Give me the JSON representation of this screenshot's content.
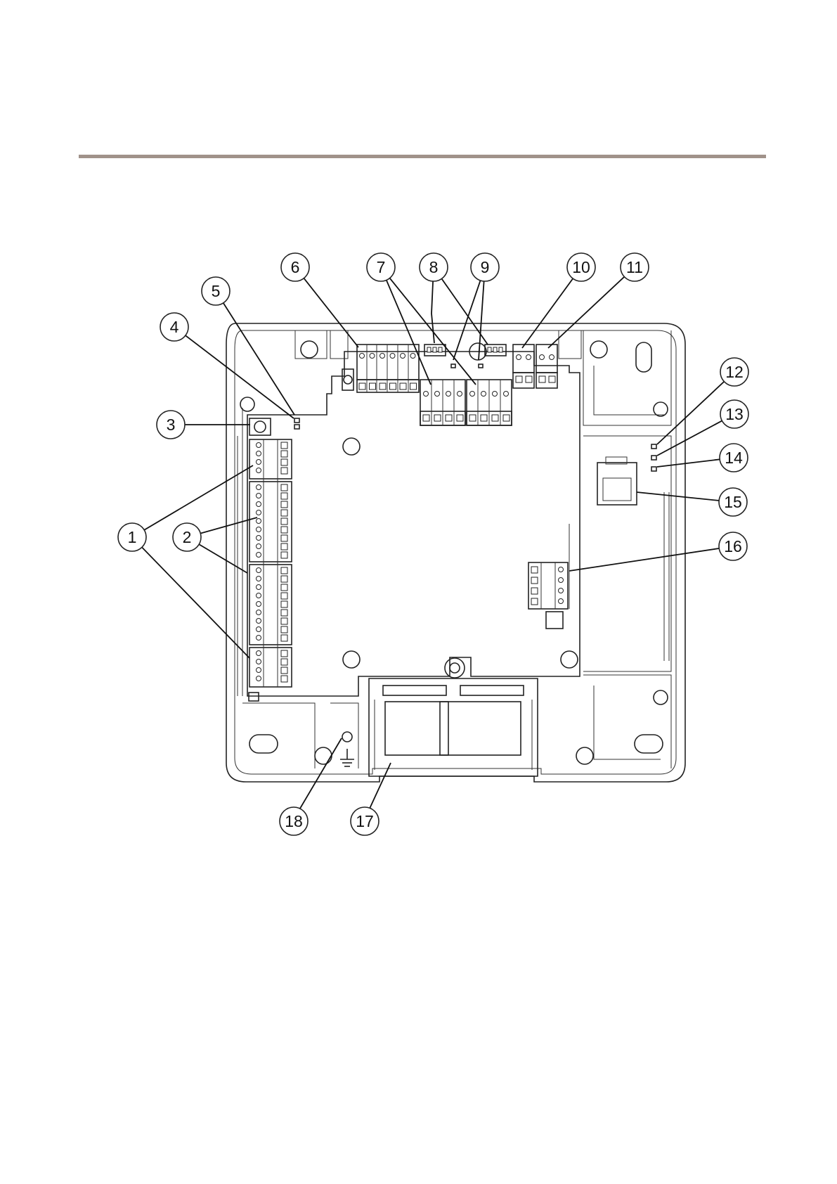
{
  "header": {
    "rule_color": "#a0928a"
  },
  "callouts": [
    {
      "id": 1,
      "label": "1"
    },
    {
      "id": 2,
      "label": "2"
    },
    {
      "id": 3,
      "label": "3"
    },
    {
      "id": 4,
      "label": "4"
    },
    {
      "id": 5,
      "label": "5"
    },
    {
      "id": 6,
      "label": "6"
    },
    {
      "id": 7,
      "label": "7"
    },
    {
      "id": 8,
      "label": "8"
    },
    {
      "id": 9,
      "label": "9"
    },
    {
      "id": 10,
      "label": "10"
    },
    {
      "id": 11,
      "label": "11"
    },
    {
      "id": 12,
      "label": "12"
    },
    {
      "id": 13,
      "label": "13"
    },
    {
      "id": 14,
      "label": "14"
    },
    {
      "id": 15,
      "label": "15"
    },
    {
      "id": 16,
      "label": "16"
    },
    {
      "id": 17,
      "label": "17"
    },
    {
      "id": 18,
      "label": "18"
    }
  ]
}
